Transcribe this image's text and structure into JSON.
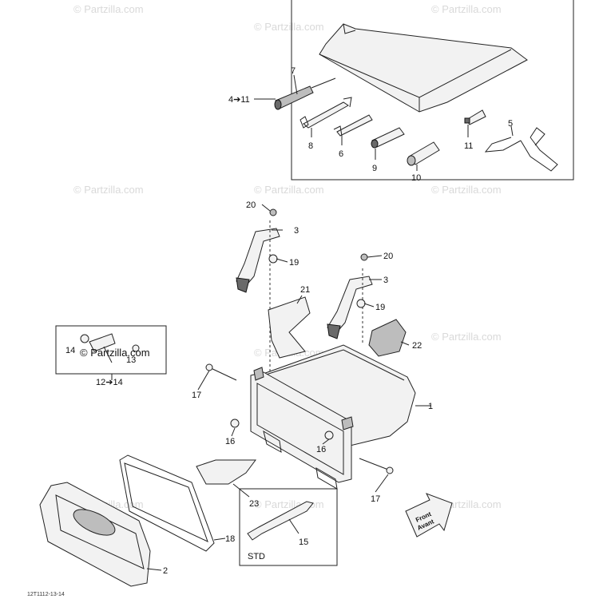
{
  "watermark": "© Partzilla.com",
  "callouts": {
    "c7": "7",
    "c4_11": "4➔11",
    "c8": "8",
    "c6": "6",
    "c9": "9",
    "c10": "10",
    "c11": "11",
    "c5": "5",
    "c20a": "20",
    "c3a": "3",
    "c19a": "19",
    "c20b": "20",
    "c3b": "3",
    "c19b": "19",
    "c21": "21",
    "c22": "22",
    "c14": "14",
    "c13": "13",
    "c12_14": "12➔14",
    "c17a": "17",
    "c1": "1",
    "c16a": "16",
    "c16b": "16",
    "c17b": "17",
    "c23": "23",
    "c18": "18",
    "c15": "15",
    "c2": "2"
  },
  "std_label": "STD",
  "front_label_1": "Front",
  "front_label_2": "Avant",
  "inset_watermark": "© Partzilla.com",
  "diagram_code": "12T1112-13-14"
}
